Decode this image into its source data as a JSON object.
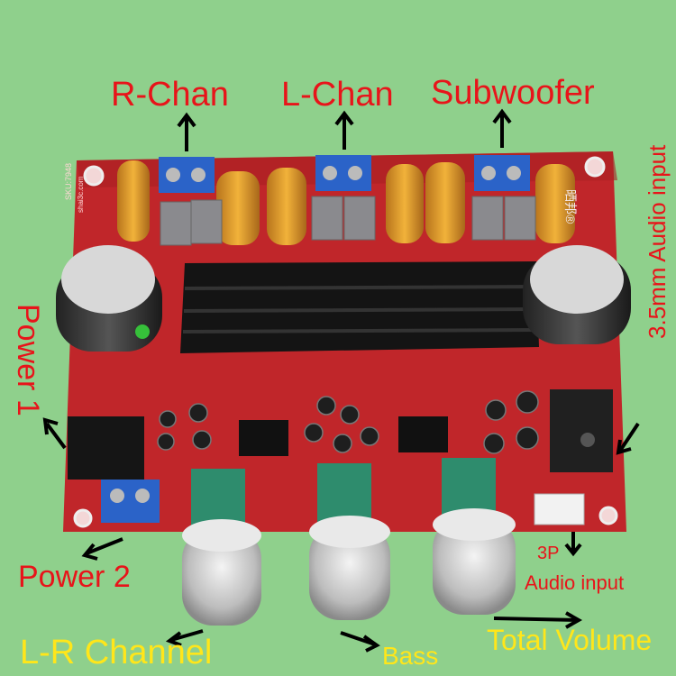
{
  "labels": {
    "r_chan": "R-Chan",
    "l_chan": "L-Chan",
    "subwoofer": "Subwoofer",
    "power_1": "Power 1",
    "power_2": "Power 2",
    "audio_input_35": "3.5mm Audio input",
    "three_p": "3P",
    "audio_input_3p": "Audio input",
    "lr_channel": "L-R Channel",
    "bass": "Bass",
    "total_volume": "Total Volume"
  },
  "board_text": {
    "sku": "SKU:7948",
    "site": "shai3c.com",
    "brand": "晒邦®"
  },
  "colors": {
    "background": "#8fd08c",
    "pcb": "#c0262a",
    "label_red": "#e8141a",
    "label_yellow": "#ffe61a"
  }
}
